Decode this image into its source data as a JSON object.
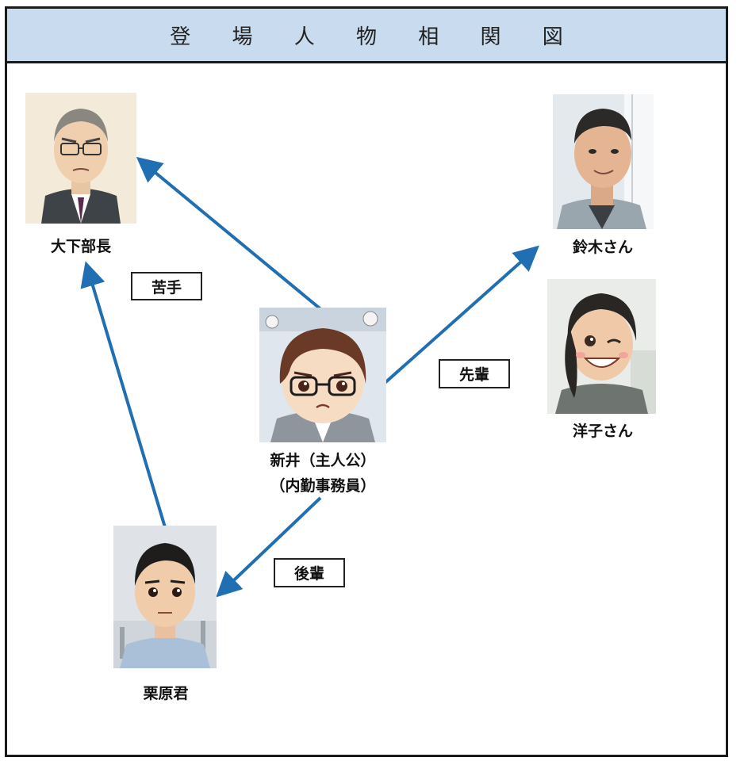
{
  "title": "登 場 人 物 相 関 図",
  "characters": {
    "oshita": {
      "name": "大下部長"
    },
    "suzuki": {
      "name": "鈴木さん"
    },
    "yoko": {
      "name": "洋子さん"
    },
    "arai": {
      "name_line1": "新井（主人公）",
      "name_line2": "（内勤事務員）"
    },
    "kurihara": {
      "name": "栗原君"
    }
  },
  "relations": {
    "nigate": "苦手",
    "senpai": "先輩",
    "kohai": "後輩"
  },
  "colors": {
    "title_bg": "#c9dbee",
    "arrow": "#1f6fb2",
    "border": "#1a1a1a"
  }
}
